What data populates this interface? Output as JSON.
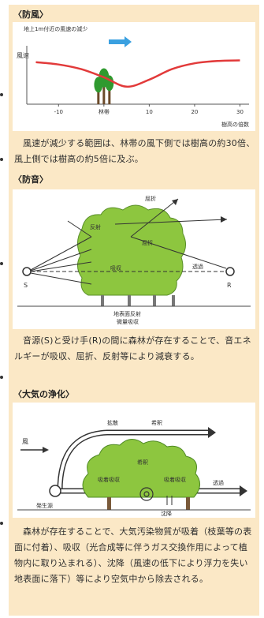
{
  "sections": {
    "windbreak": {
      "heading": "〈防風〉",
      "chart_title": "地上1m付近の風速の減少",
      "ylabel": "風速",
      "xlabel": "樹高の倍数",
      "forest_label": "林帯",
      "caption": "風速が減少する範囲は、林帯の風下側では樹高の約30倍、風上側では樹高の約5倍に及ぶ。"
    },
    "soundproof": {
      "heading": "〈防音〉",
      "source_label": "S",
      "receiver_label": "R",
      "label_refraction": "屈折",
      "label_reflection": "反射",
      "label_refraction_inner": "屈折",
      "label_absorption": "吸収",
      "label_transmission": "透過",
      "label_ground1": "地表面反射",
      "label_ground2": "微量吸収",
      "caption": "音源(S)と受け手(R)の間に森林が存在することで、音エネルギーが吸収、屈折、反射等により減衰する。"
    },
    "air_purification": {
      "heading": "〈大気の浄化〉",
      "label_diffusion": "拡散",
      "label_dilution": "希釈",
      "label_wind": "風",
      "label_source": "発生源",
      "label_adsorb1": "吸着吸収",
      "label_dilute_inner": "希釈",
      "label_adsorb2": "吸着吸収",
      "label_transmission": "透過",
      "label_deposition": "沈降",
      "caption": "森林が存在することで、大気汚染物質が吸着（枝葉等の表面に付着）、吸収（光合成等に伴うガス交換作用によって植物内に取り込まれる）、沈降（風速の低下により浮力を失い地表面に落下）等により空気中から除去される。"
    }
  },
  "chart_data": {
    "type": "line",
    "x": [
      -15,
      -10,
      -5,
      0,
      5,
      10,
      15,
      20,
      25,
      30
    ],
    "y": [
      72,
      68,
      60,
      46,
      30,
      42,
      60,
      70,
      74,
      75
    ],
    "xticks": [
      "-10",
      "林帯",
      "10",
      "20",
      "30"
    ],
    "xtick_values": [
      -10,
      0,
      10,
      20,
      30
    ],
    "xlim": [
      -17,
      32
    ],
    "ylim": [
      0,
      100
    ],
    "xlabel": "樹高の倍数",
    "ylabel": "風速",
    "title": "地上1m付近の風速の減少"
  },
  "colors": {
    "panel": "#fbe8c6",
    "curve": "#e23a3a",
    "tree": "#2f9a2f",
    "forest_green": "#8dc63f",
    "wind_arrow": "#3aa0e0",
    "text": "#2e2e2e"
  }
}
